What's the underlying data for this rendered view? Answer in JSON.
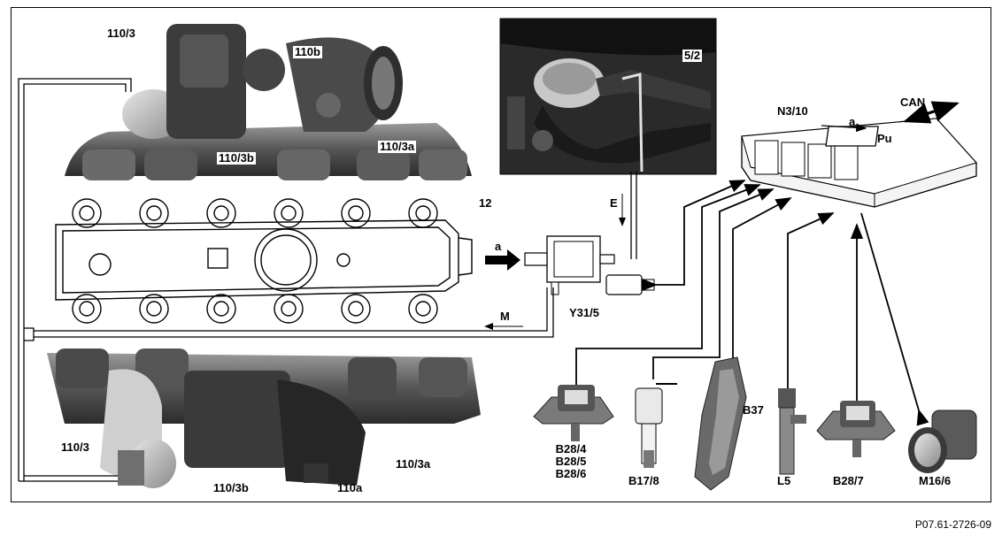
{
  "labels": {
    "turbo_top_main": "110/3",
    "turbo_top_valve": "110b",
    "turbo_top_actuator": "110/3b",
    "turbo_top_sensor": "110/3a",
    "manifold_part": "12",
    "engine_photo_sensor": "5/2",
    "control_unit": "N3/10",
    "control_unit_letter": "a",
    "control_unit_chip": "Pu",
    "can_bus": "CAN",
    "vacuum_line_e": "E",
    "flow_input_a": "a",
    "vacuum_line_m": "M",
    "pressure_transducer": "Y31/5",
    "turbo_bottom_main": "110/3",
    "turbo_bottom_actuator": "110/3b",
    "turbo_bottom_sensor": "110/3a",
    "turbo_bottom_valve": "110a",
    "sensor_b28_group": [
      "B28/4",
      "B28/5",
      "B28/6"
    ],
    "sensor_b17": "B17/8",
    "pedal_sensor": "B37",
    "sensor_l5": "L5",
    "sensor_b28_7": "B28/7",
    "throttle_m16": "M16/6"
  },
  "figure_code": "P07.61-2726-09"
}
